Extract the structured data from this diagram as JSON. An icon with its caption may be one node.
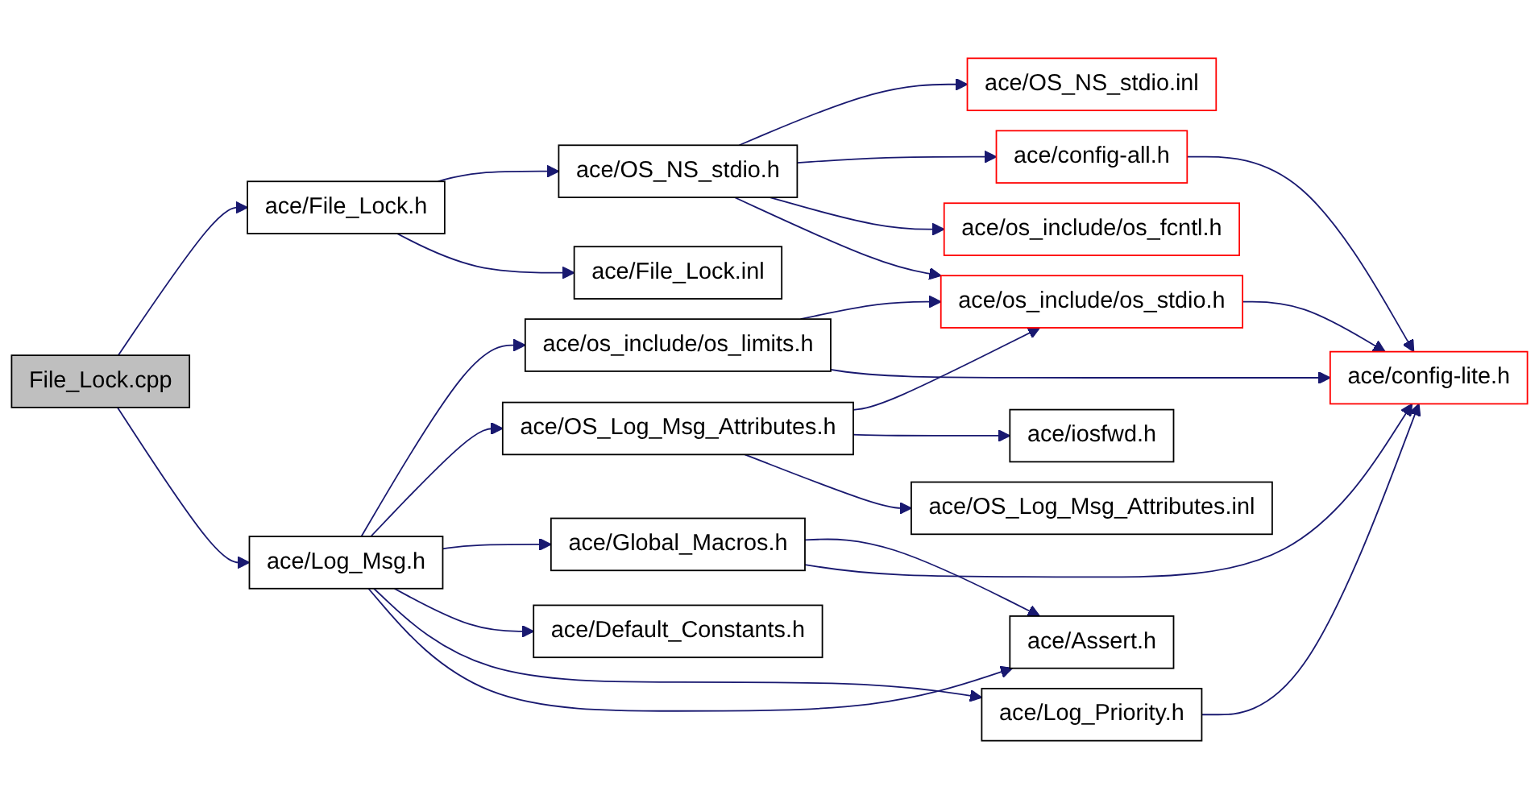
{
  "diagram": {
    "nodes": [
      {
        "text": [
          "File_Lock.cpp"
        ]
      },
      {
        "text": [
          "ace/File_Lock.h"
        ]
      },
      {
        "text": [
          "ace/Log_Msg.h"
        ]
      },
      {
        "text": [
          "ace/OS_NS_stdio.h"
        ]
      },
      {
        "text": [
          "ace/File_Lock.inl"
        ]
      },
      {
        "text": [
          "ace/os_include/os_limits.h"
        ]
      },
      {
        "text": [
          "ace/OS_Log_Msg_Attributes.h"
        ]
      },
      {
        "text": [
          "ace/Global_Macros.h"
        ]
      },
      {
        "text": [
          "ace/Default_Constants.h"
        ]
      },
      {
        "text": [
          "ace/Log_Priority.h"
        ]
      },
      {
        "text": [
          "ace/OS_NS_stdio.inl"
        ]
      },
      {
        "text": [
          "ace/config-all.h"
        ]
      },
      {
        "text": [
          "ace/os_include/os_fcntl.h"
        ]
      },
      {
        "text": [
          "ace/os_include/os_stdio.h"
        ]
      },
      {
        "text": [
          "ace/iosfwd.h"
        ]
      },
      {
        "text": [
          "ace/OS_Log_Msg_Attributes.inl"
        ]
      },
      {
        "text": [
          "ace/Assert.h"
        ]
      },
      {
        "text": [
          "ace/config-lite.h"
        ]
      }
    ],
    "edges": [
      {
        "from": 0,
        "to": 1,
        "arrow": "to"
      },
      {
        "from": 0,
        "to": 2,
        "arrow": "to"
      },
      {
        "from": 1,
        "to": 3,
        "arrow": "to"
      },
      {
        "from": 1,
        "to": 4,
        "arrow": "to"
      },
      {
        "from": 3,
        "to": 10,
        "arrow": "to"
      },
      {
        "from": 3,
        "to": 11,
        "arrow": "to"
      },
      {
        "from": 3,
        "to": 12,
        "arrow": "to"
      },
      {
        "from": 3,
        "to": 13,
        "arrow": "to"
      },
      {
        "from": 2,
        "to": 5,
        "arrow": "to"
      },
      {
        "from": 2,
        "to": 6,
        "arrow": "to"
      },
      {
        "from": 2,
        "to": 7,
        "arrow": "to"
      },
      {
        "from": 2,
        "to": 8,
        "arrow": "to"
      },
      {
        "from": 2,
        "to": 9,
        "arrow": "to"
      },
      {
        "from": 2,
        "to": 16,
        "arrow": "to"
      },
      {
        "from": 5,
        "to": 13,
        "arrow": "to"
      },
      {
        "from": 5,
        "to": 17,
        "arrow": "to"
      },
      {
        "from": 6,
        "to": 13,
        "arrow": "to"
      },
      {
        "from": 6,
        "to": 14,
        "arrow": "to"
      },
      {
        "from": 6,
        "to": 15,
        "arrow": "to"
      },
      {
        "from": 7,
        "to": 16,
        "arrow": "to"
      },
      {
        "from": 7,
        "to": 17,
        "arrow": "to"
      },
      {
        "from": 9,
        "to": 17,
        "arrow": "to"
      },
      {
        "from": 11,
        "to": 17,
        "arrow": "to"
      },
      {
        "from": 13,
        "to": 17,
        "arrow": "to"
      }
    ]
  }
}
